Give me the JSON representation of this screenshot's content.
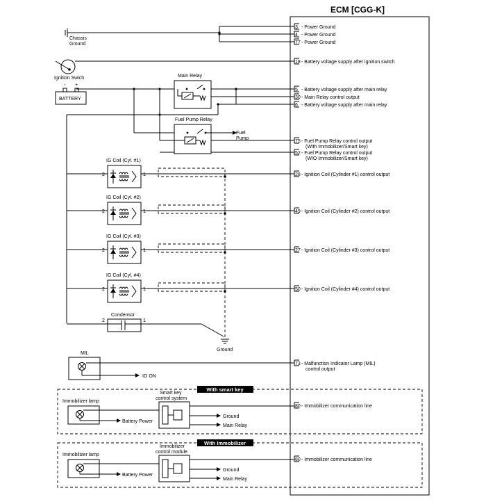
{
  "ecm": {
    "title": "ECM [CGG-K]"
  },
  "components": {
    "chassis_ground": [
      "Chassis",
      "Ground"
    ],
    "ignition_switch": "Ignition Swich",
    "battery": "BATTERY",
    "battery_minus": "-",
    "battery_plus": "+",
    "main_relay": "Main Relay",
    "fuel_pump_relay": "Fuel Pump Relay",
    "fuel_pump": [
      "Fuel",
      "Pump"
    ],
    "ig_coils": [
      "IG Coil (Cyl. #1)",
      "IG Coil (Cyl. #2)",
      "IG Coil (Cyl. #3)",
      "IG Coil (Cyl. #4)"
    ],
    "coil_pin_left": "2",
    "coil_pin_right": "1",
    "condensor": "Condensor",
    "ground": "Ground",
    "mil": "MIL",
    "ig_on": "IG ON"
  },
  "pins": [
    {
      "num": "3",
      "text": [
        "- Power Ground"
      ]
    },
    {
      "num": "4",
      "text": [
        "- Power Ground"
      ]
    },
    {
      "num": "77",
      "text": [
        "- Power Ground"
      ]
    },
    {
      "num": "18",
      "text": [
        "- Battery voltage supply after ignition switch"
      ]
    },
    {
      "num": "5",
      "text": [
        "- Battery voltage supply after main relay"
      ]
    },
    {
      "num": "30",
      "text": [
        "- Main Relay control output"
      ]
    },
    {
      "num": "6",
      "text": [
        "- Battery voltage supply after main relay"
      ]
    },
    {
      "num": "75",
      "text": [
        "- Fuel Pump Relay control output",
        "(With Immobilizer/Smart key)"
      ]
    },
    {
      "num": "52",
      "text": [
        "- Fuel Pump Relay control output",
        "(W/O Immobilizer/Smart key)"
      ]
    },
    {
      "num": "28",
      "text": [
        "- Ignition Coil (Cylinder #1) control output"
      ]
    },
    {
      "num": "49",
      "text": [
        "- Ignition Coil (Cylinder #2) control output"
      ]
    },
    {
      "num": "27",
      "text": [
        "- Ignition Coil (Cylinder #3) control output"
      ]
    },
    {
      "num": "50",
      "text": [
        "- Ignition Coil (Cylinder #4) control output"
      ]
    },
    {
      "num": "73",
      "text": [
        "- Malfunction Indicator Lamp (MIL)",
        "control output"
      ]
    },
    {
      "num": "80",
      "text": [
        "- Immobilizer communication line"
      ]
    },
    {
      "num": "80",
      "text": [
        "- Immobilizer communication line"
      ]
    }
  ],
  "sections": [
    {
      "banner": "With smart key",
      "lamp": "Immobilizer lamp",
      "battery_power": "Battery Power",
      "module": [
        "Smart key",
        "control system"
      ],
      "ground": "Ground",
      "main_relay": "Main Relay"
    },
    {
      "banner": "With Immobilizer",
      "lamp": "Immobilizer lamp",
      "battery_power": "Battery Power",
      "module": [
        "Immobilizer",
        "control module"
      ],
      "ground": "Ground",
      "main_relay": "Main Relay"
    }
  ]
}
